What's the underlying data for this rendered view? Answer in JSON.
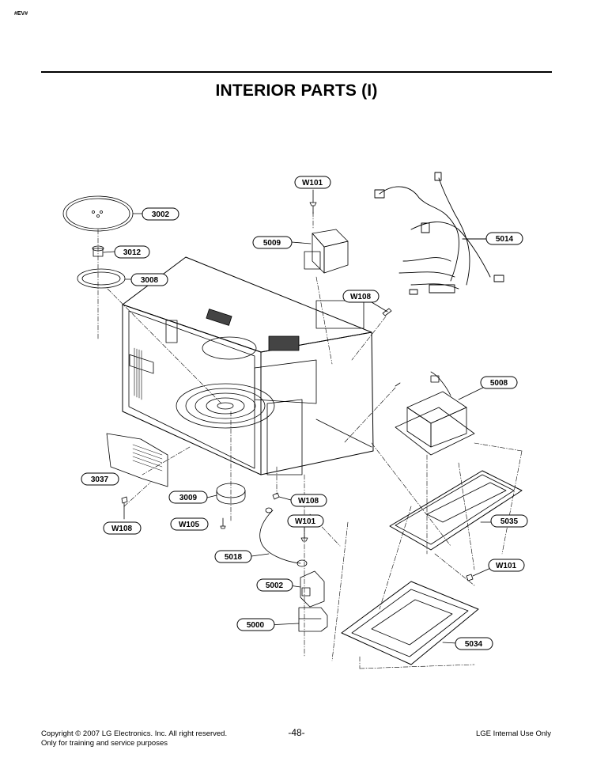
{
  "header_code": "#EV#",
  "title": "INTERIOR PARTS (I)",
  "labels": [
    {
      "id": "l3002",
      "text": "3002"
    },
    {
      "id": "l3012",
      "text": "3012"
    },
    {
      "id": "l3008",
      "text": "3008"
    },
    {
      "id": "lw101a",
      "text": "W101"
    },
    {
      "id": "l5009",
      "text": "5009"
    },
    {
      "id": "l5014",
      "text": "5014"
    },
    {
      "id": "lw108a",
      "text": "W108"
    },
    {
      "id": "l5008",
      "text": "5008"
    },
    {
      "id": "l3037",
      "text": "3037"
    },
    {
      "id": "l3009",
      "text": "3009"
    },
    {
      "id": "lw108b",
      "text": "W108"
    },
    {
      "id": "lw108c",
      "text": "W108"
    },
    {
      "id": "lw105",
      "text": "W105"
    },
    {
      "id": "lw101b",
      "text": "W101"
    },
    {
      "id": "l5035",
      "text": "5035"
    },
    {
      "id": "l5018",
      "text": "5018"
    },
    {
      "id": "lw101c",
      "text": "W101"
    },
    {
      "id": "l5002",
      "text": "5002"
    },
    {
      "id": "l5000",
      "text": "5000"
    },
    {
      "id": "l5034",
      "text": "5034"
    }
  ],
  "footer": {
    "copyright": "Copyright © 2007 LG Electronics. Inc. All right reserved.",
    "purpose": "Only for training and service purposes",
    "page": "-48-",
    "internal": "LGE Internal Use Only"
  }
}
